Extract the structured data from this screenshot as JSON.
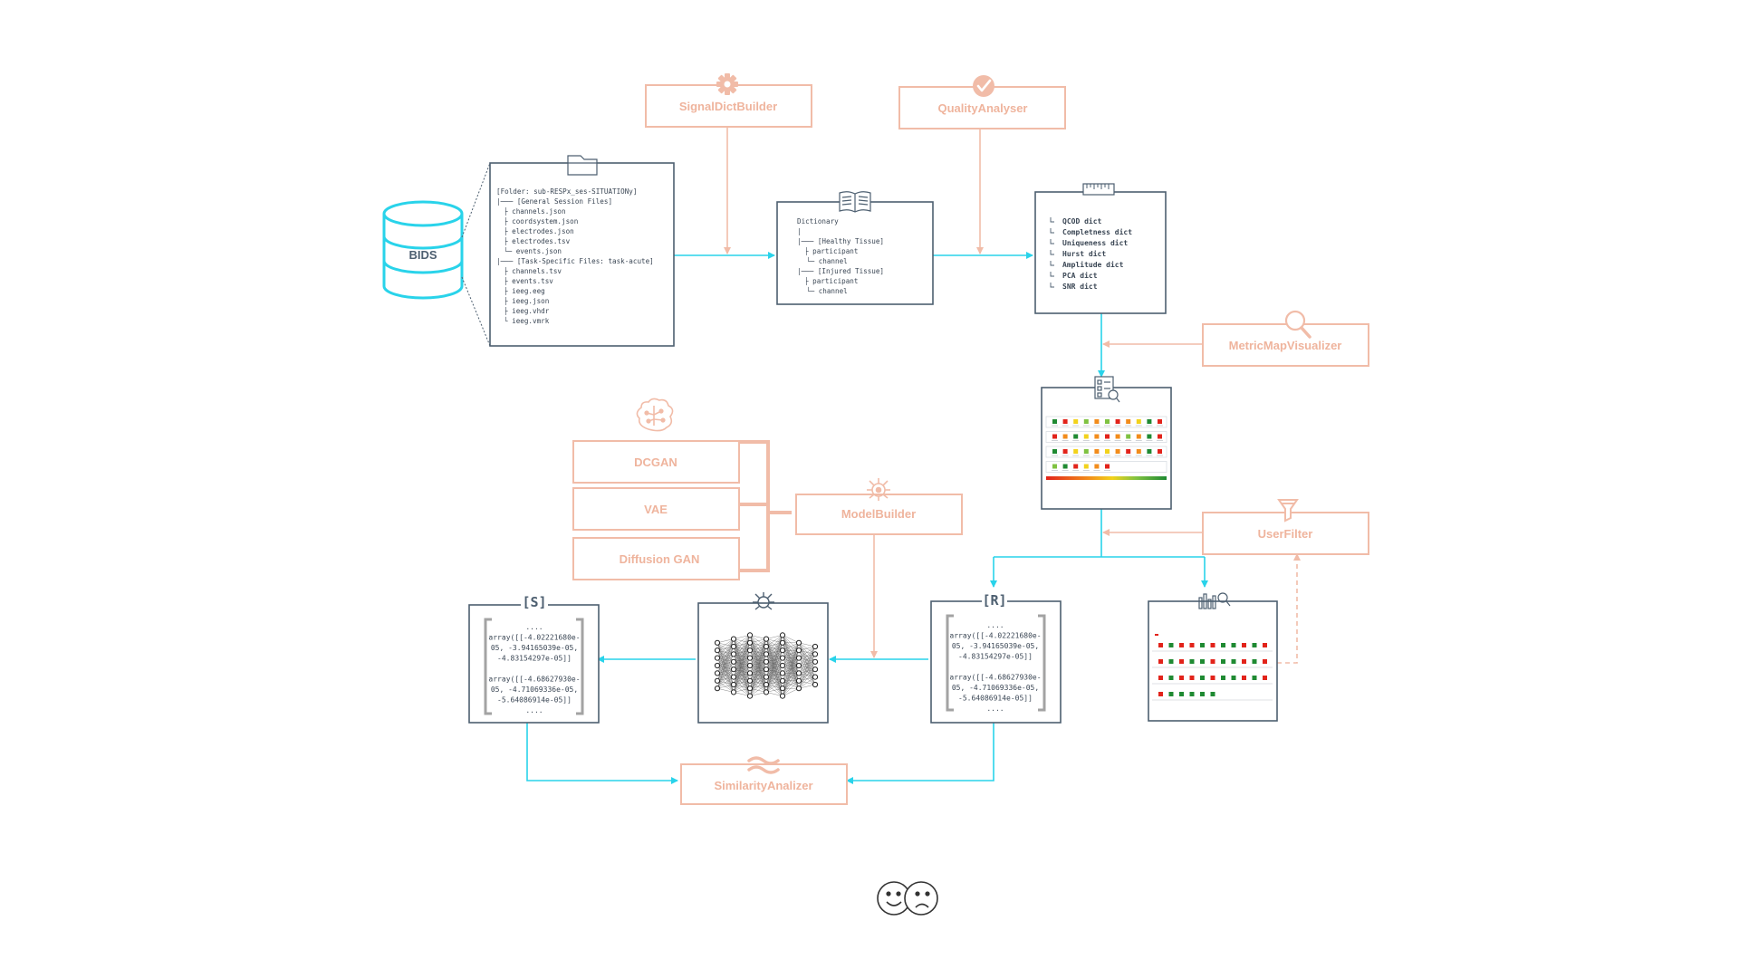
{
  "colors": {
    "cyan": "#29d3ea",
    "salmon": "#f1bca8",
    "salmon_text": "#efb49d",
    "box_border": "#4d5f70",
    "text_dark": "#3a4654",
    "green": "#1f8a32",
    "red": "#e2231a",
    "yellow": "#f2d21b",
    "orange": "#f28c1b",
    "lime": "#7fc241"
  },
  "database": {
    "label": "BIDS"
  },
  "folder": {
    "lines": [
      "[Folder: sub-RESPx_ses-SITUATIONy]",
      "|─── [General Session Files]",
      "├ channels.json",
      "├ coordsystem.json",
      "├ electrodes.json",
      "├ electrodes.tsv",
      "└─ events.json",
      "|─── [Task-Specific Files: task-acute]",
      "├ channels.tsv",
      "├ events.tsv",
      "├ ieeg.eeg",
      "├ ieeg.json",
      "├ ieeg.vhdr",
      "└ ieeg.vmrk"
    ]
  },
  "dictionary": {
    "lines": [
      "Dictionary",
      "|",
      "|─── [Healthy Tissue]",
      "├ participant",
      "└─ channel",
      "|─── [Injured Tissue]",
      "├ participant",
      "└─ channel"
    ]
  },
  "metrics": {
    "lines": [
      "QCOD dict",
      "Completness dict",
      "Uniqueness dict",
      "Hurst dict",
      "Amplitude dict",
      "PCA dict",
      "SNR dict"
    ]
  },
  "modules": {
    "signal_dict_builder": "SignalDictBuilder",
    "quality_analyser": "QualityAnalyser",
    "metric_map_visualizer": "MetricMapVisualizer",
    "user_filter": "UserFilter",
    "model_builder": "ModelBuilder",
    "similarity_analizer": "SimilarityAnalizer",
    "dcgan": "DCGAN",
    "vae": "VAE",
    "diffusion_gan": "Diffusion GAN"
  },
  "real_array": {
    "title": "[R]",
    "lines": [
      "....",
      "array([[-4.02221680e-",
      "05, -3.94165039e-05,",
      "-4.83154297e-05]]",
      "",
      "array([[-4.68627930e-",
      "05, -4.71069336e-05,",
      "-5.64086914e-05]]",
      "...."
    ]
  },
  "synthetic_array": {
    "title": "[S]",
    "lines": [
      "....",
      "array([[-4.02221680e-",
      "05, -3.94165039e-05,",
      "-4.83154297e-05]]",
      "",
      "array([[-4.68627930e-",
      "05, -4.71069336e-05,",
      "-5.64086914e-05]]",
      "...."
    ]
  },
  "icons": [
    "database-icon",
    "folder-icon",
    "book-icon",
    "ruler-icon",
    "gear-icon",
    "check-circle-icon",
    "magnifier-icon",
    "checklist-icon",
    "funnel-icon",
    "brain-circuit-icon",
    "bar-chart-search-icon",
    "approx-equal-icon",
    "happy-sad-faces-icon"
  ]
}
